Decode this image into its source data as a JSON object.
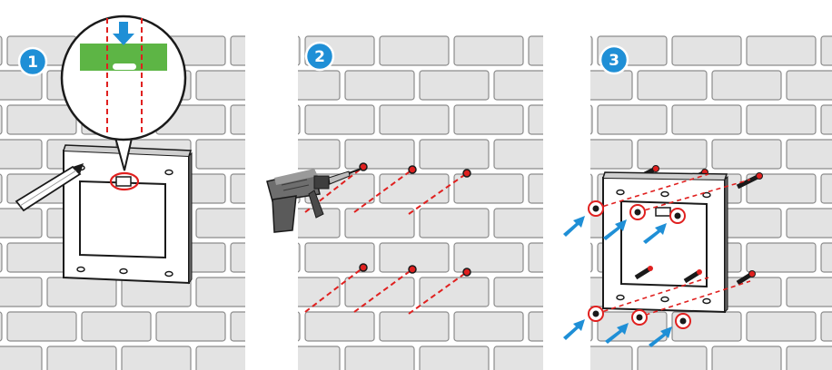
{
  "steps": [
    {
      "number": "1",
      "badge_color": "#1f8fd6"
    },
    {
      "number": "2",
      "badge_color": "#1f8fd6"
    },
    {
      "number": "3",
      "badge_color": "#1f8fd6"
    }
  ],
  "colors": {
    "brick_fill": "#e3e3e3",
    "brick_stroke": "#8c8c8c",
    "guide_red": "#e0201f",
    "arrow_blue": "#1f8fd6",
    "level_green": "#5db545",
    "bracket_dark": "#1a1a1a"
  },
  "icons": [
    "level-icon",
    "pencil-icon",
    "drill-icon",
    "anchor-icon",
    "screw-arrow-icon"
  ]
}
